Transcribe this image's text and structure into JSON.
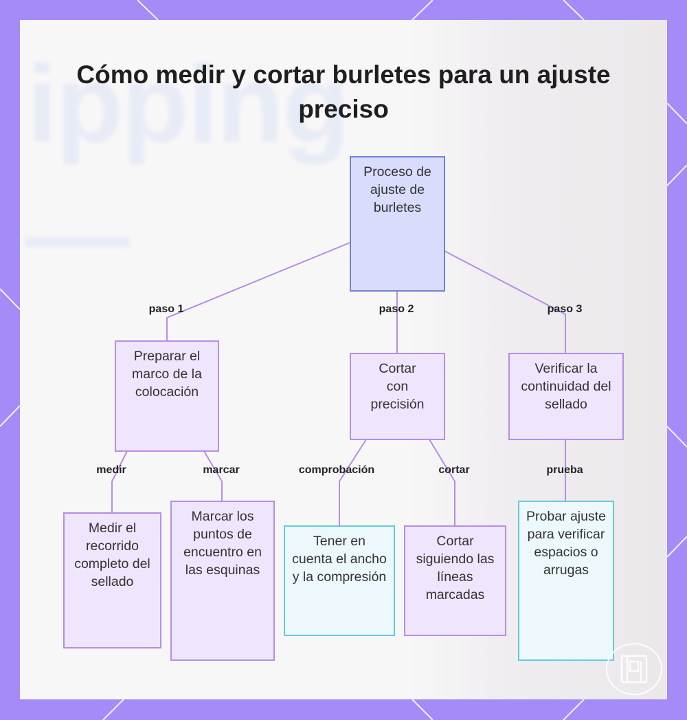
{
  "title": "Cómo medir y cortar burletes para un ajuste preciso",
  "colors": {
    "frame": "#a58bf7",
    "root_fill": "#dadcfb",
    "root_border": "#7183cc",
    "node_fill": "#efe5fc",
    "node_border": "#b58ee6",
    "check_fill": "#ecf8fc",
    "check_border": "#66c9dc",
    "edge": "#b58ee6"
  },
  "nodes": {
    "root": "Proceso de ajuste de burletes",
    "prepare": "Preparar el marco de la colocación",
    "cut_precise": "Cortar con precisión",
    "verify": "Verificar la continuidad del sellado",
    "measure": "Medir el recorrido completo del sellado",
    "mark": "Marcar los puntos de encuentro en las esquinas",
    "consider": "Tener en cuenta el ancho y la compresión",
    "cut_lines": "Cortar siguiendo las líneas marcadas",
    "test": "Probar ajuste para verificar espacios o arrugas"
  },
  "edges": {
    "step1": "paso 1",
    "step2": "paso 2",
    "step3": "paso 3",
    "measure": "medir",
    "mark": "marcar",
    "check": "comprobación",
    "cut": "cortar",
    "test": "prueba"
  },
  "watermark_icon": "logo-seal-icon"
}
